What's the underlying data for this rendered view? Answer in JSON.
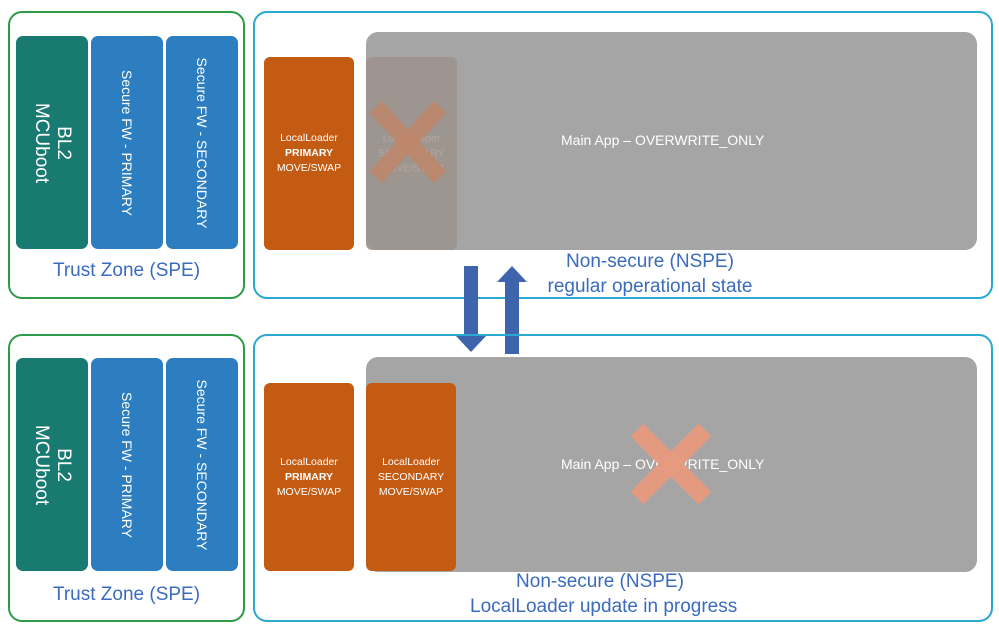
{
  "colors": {
    "spe_border": "#2e9b48",
    "nspe_border": "#29a8d0",
    "bl2_block": "#187a70",
    "secure_fw_block": "#2d7ec0",
    "local_loader_block": "#c45b12",
    "main_app_block": "#a5a5a5",
    "arrow": "#3e64ad",
    "x_mark": "#e89a80",
    "label_text": "#3a6bbf"
  },
  "top": {
    "spe": {
      "bl2_line1": "BL2",
      "bl2_line2": "MCUboot",
      "secure_fw_primary": "Secure FW - PRIMARY",
      "secure_fw_secondary": "Secure FW - SECONDARY",
      "label": "Trust Zone (SPE)"
    },
    "nspe": {
      "localloader_primary": {
        "line1": "LocalLoader",
        "line2": "PRIMARY",
        "line3": "MOVE/SWAP"
      },
      "localloader_secondary": {
        "line1": "LocalLoader",
        "line2": "SECONDARY",
        "line3": "MOVE/SWAP"
      },
      "main_app": "Main App – OVERWRITE_ONLY",
      "label_line1": "Non-secure (NSPE)",
      "label_line2": "regular operational state"
    }
  },
  "bottom": {
    "spe": {
      "bl2_line1": "BL2",
      "bl2_line2": "MCUboot",
      "secure_fw_primary": "Secure FW - PRIMARY",
      "secure_fw_secondary": "Secure FW - SECONDARY",
      "label": "Trust Zone (SPE)"
    },
    "nspe": {
      "localloader_primary": {
        "line1": "LocalLoader",
        "line2": "PRIMARY",
        "line3": "MOVE/SWAP"
      },
      "localloader_secondary": {
        "line1": "LocalLoader",
        "line2": "SECONDARY",
        "line3": "MOVE/SWAP"
      },
      "main_app": "Main App – OVERWRITE_ONLY",
      "label_line1": "Non-secure (NSPE)",
      "label_line2": "LocalLoader update in progress"
    }
  }
}
